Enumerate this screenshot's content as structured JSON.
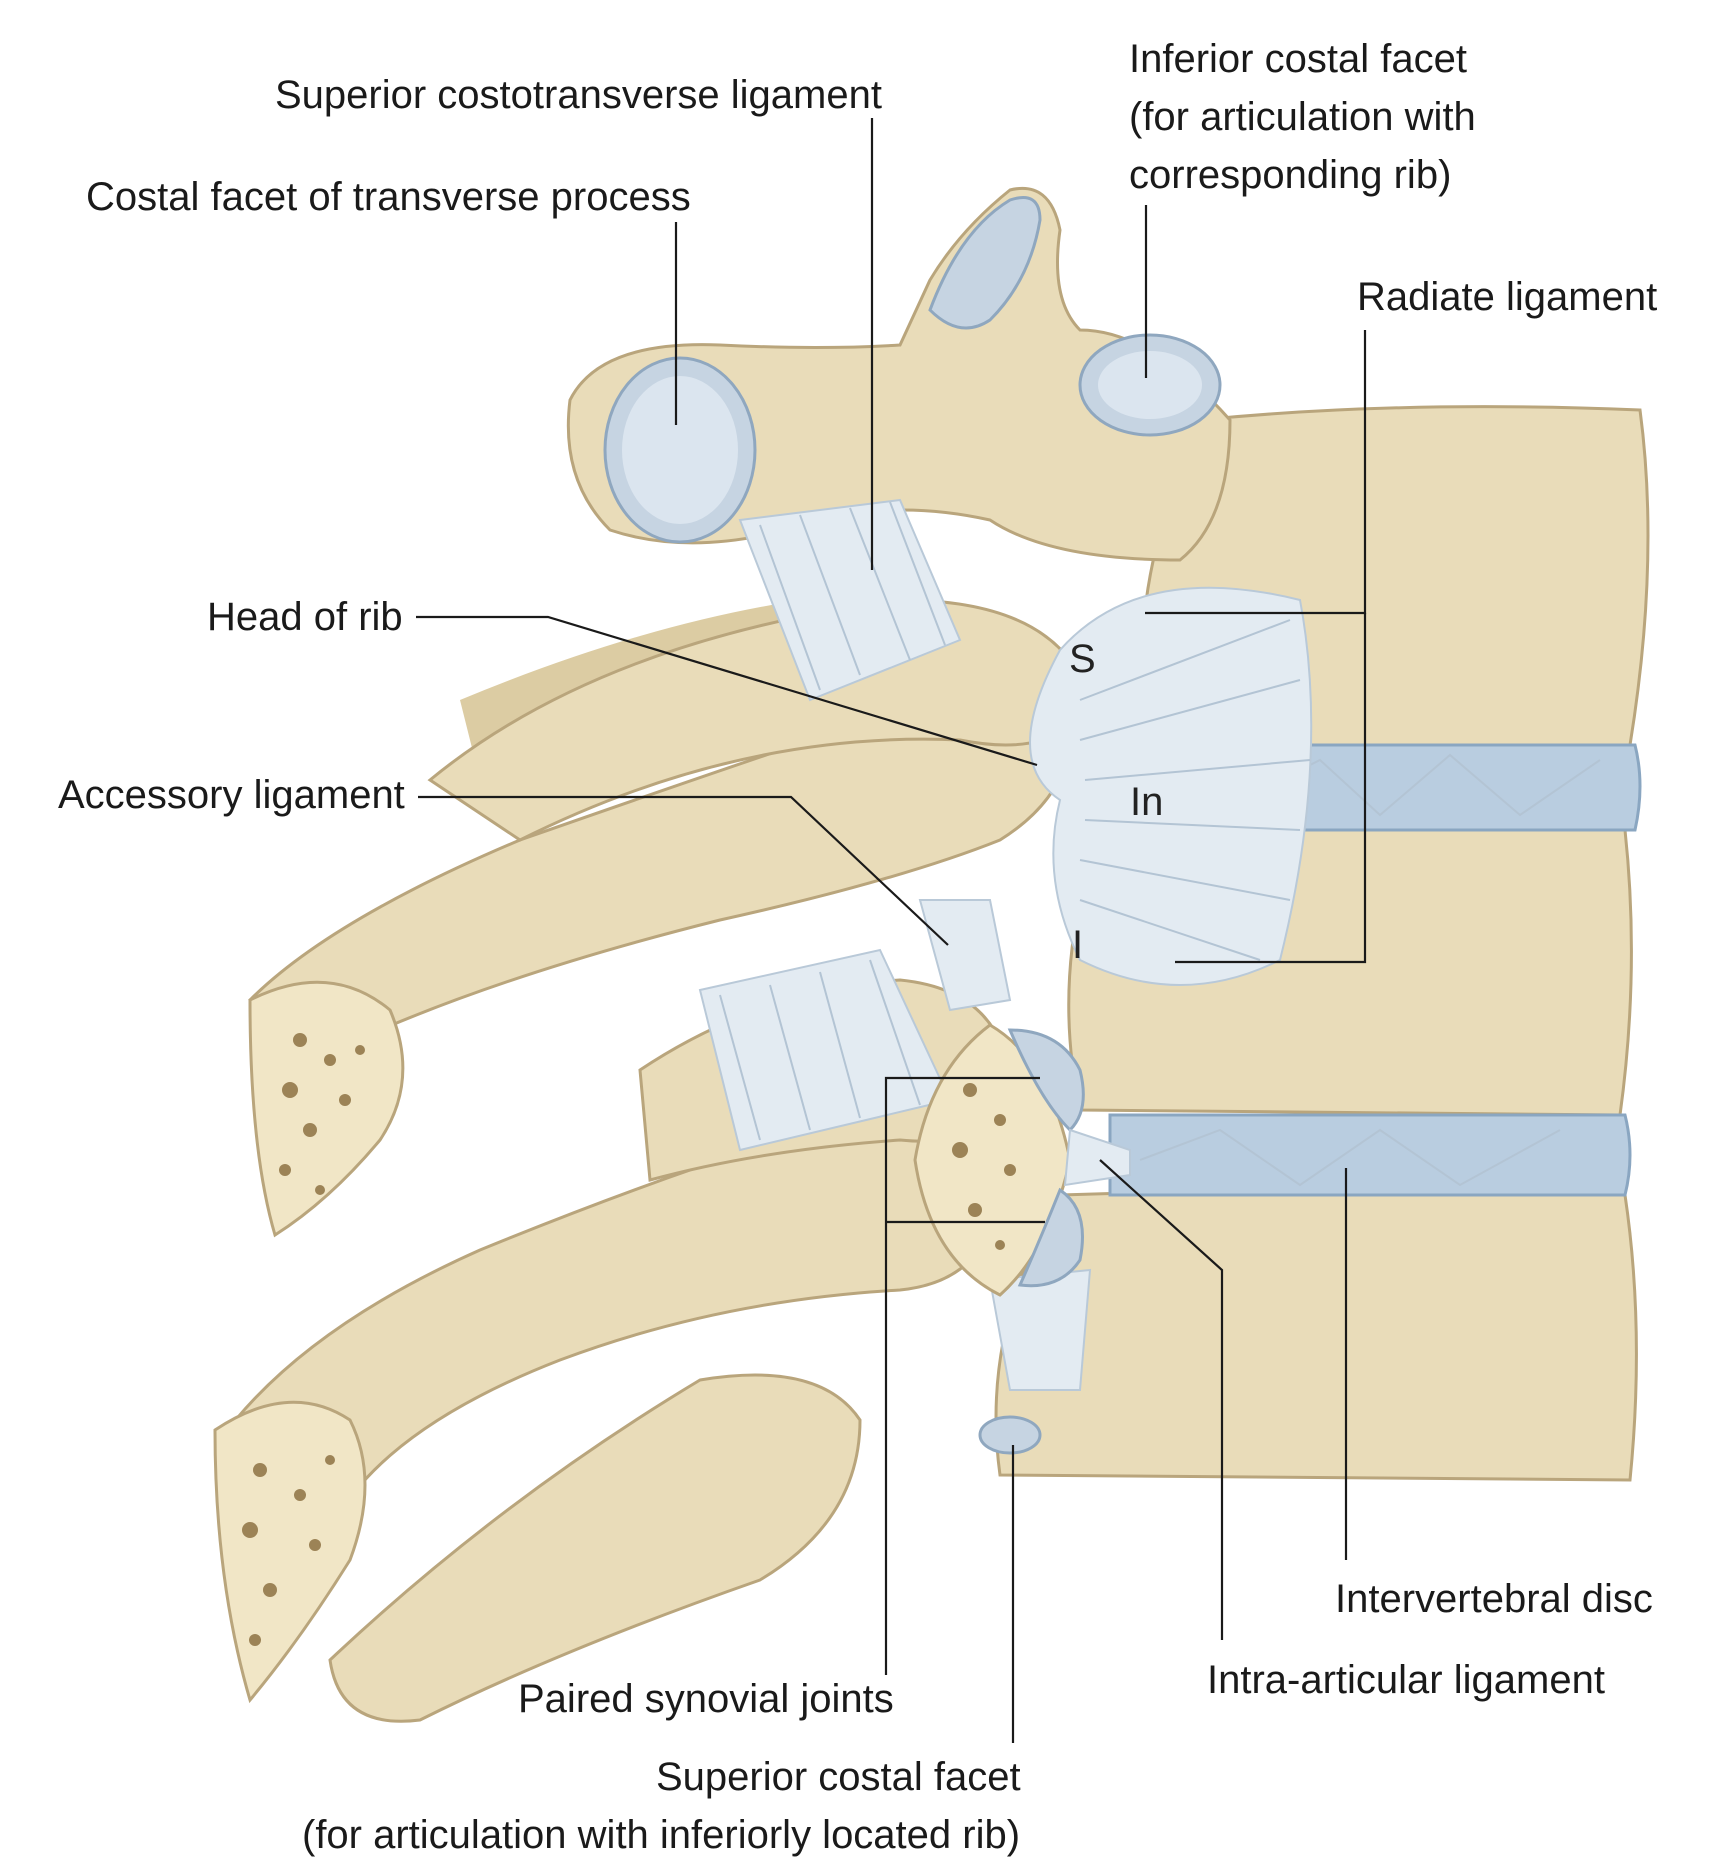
{
  "labels": {
    "superior_costotransverse": "Superior costotransverse ligament",
    "costal_facet_transverse": "Costal facet of transverse process",
    "inferior_costal_facet": [
      "Inferior costal facet",
      "(for articulation with",
      "corresponding rib)"
    ],
    "radiate_ligament": "Radiate ligament",
    "head_of_rib": "Head of rib",
    "accessory_ligament": "Accessory ligament",
    "paired_synovial_joints": "Paired synovial joints",
    "superior_costal_facet": [
      "Superior costal facet",
      "(for articulation with inferiorly located rib)"
    ],
    "intra_articular_ligament": "Intra-articular ligament",
    "intervertebral_disc": "Intervertebral disc"
  },
  "markers": {
    "superior_band": "S",
    "intermediate_band": "In",
    "inferior_band": "I"
  }
}
